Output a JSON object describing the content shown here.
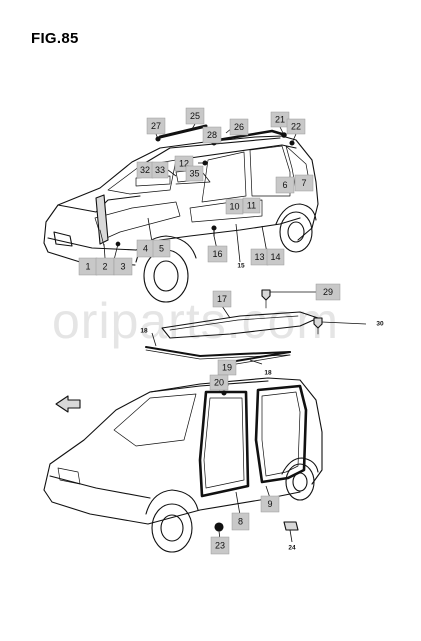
{
  "figure": {
    "title": "FIG.85"
  },
  "watermark": "oriparts.com",
  "callouts": [
    {
      "id": "c27",
      "label": "27"
    },
    {
      "id": "c25",
      "label": "25"
    },
    {
      "id": "c28",
      "label": "28"
    },
    {
      "id": "c26",
      "label": "26"
    },
    {
      "id": "c21",
      "label": "21"
    },
    {
      "id": "c22",
      "label": "22"
    },
    {
      "id": "c12",
      "label": "12"
    },
    {
      "id": "c32",
      "label": "32"
    },
    {
      "id": "c33",
      "label": "33"
    },
    {
      "id": "c35",
      "label": "35"
    },
    {
      "id": "c6",
      "label": "6"
    },
    {
      "id": "c7",
      "label": "7"
    },
    {
      "id": "c10",
      "label": "10"
    },
    {
      "id": "c11",
      "label": "11"
    },
    {
      "id": "c4",
      "label": "4"
    },
    {
      "id": "c5",
      "label": "5"
    },
    {
      "id": "c16",
      "label": "16"
    },
    {
      "id": "c13",
      "label": "13"
    },
    {
      "id": "c14",
      "label": "14"
    },
    {
      "id": "c1",
      "label": "1"
    },
    {
      "id": "c2",
      "label": "2"
    },
    {
      "id": "c3",
      "label": "3"
    },
    {
      "id": "c17",
      "label": "17"
    },
    {
      "id": "c29",
      "label": "29"
    },
    {
      "id": "c19",
      "label": "19"
    },
    {
      "id": "c20",
      "label": "20"
    },
    {
      "id": "c9",
      "label": "9"
    },
    {
      "id": "c8",
      "label": "8"
    },
    {
      "id": "c23",
      "label": "23"
    }
  ],
  "plain_labels": [
    {
      "id": "p15",
      "label": "15"
    },
    {
      "id": "p30",
      "label": "30"
    },
    {
      "id": "p18a",
      "label": "18"
    },
    {
      "id": "p18b",
      "label": "18"
    },
    {
      "id": "p24",
      "label": "24"
    }
  ]
}
